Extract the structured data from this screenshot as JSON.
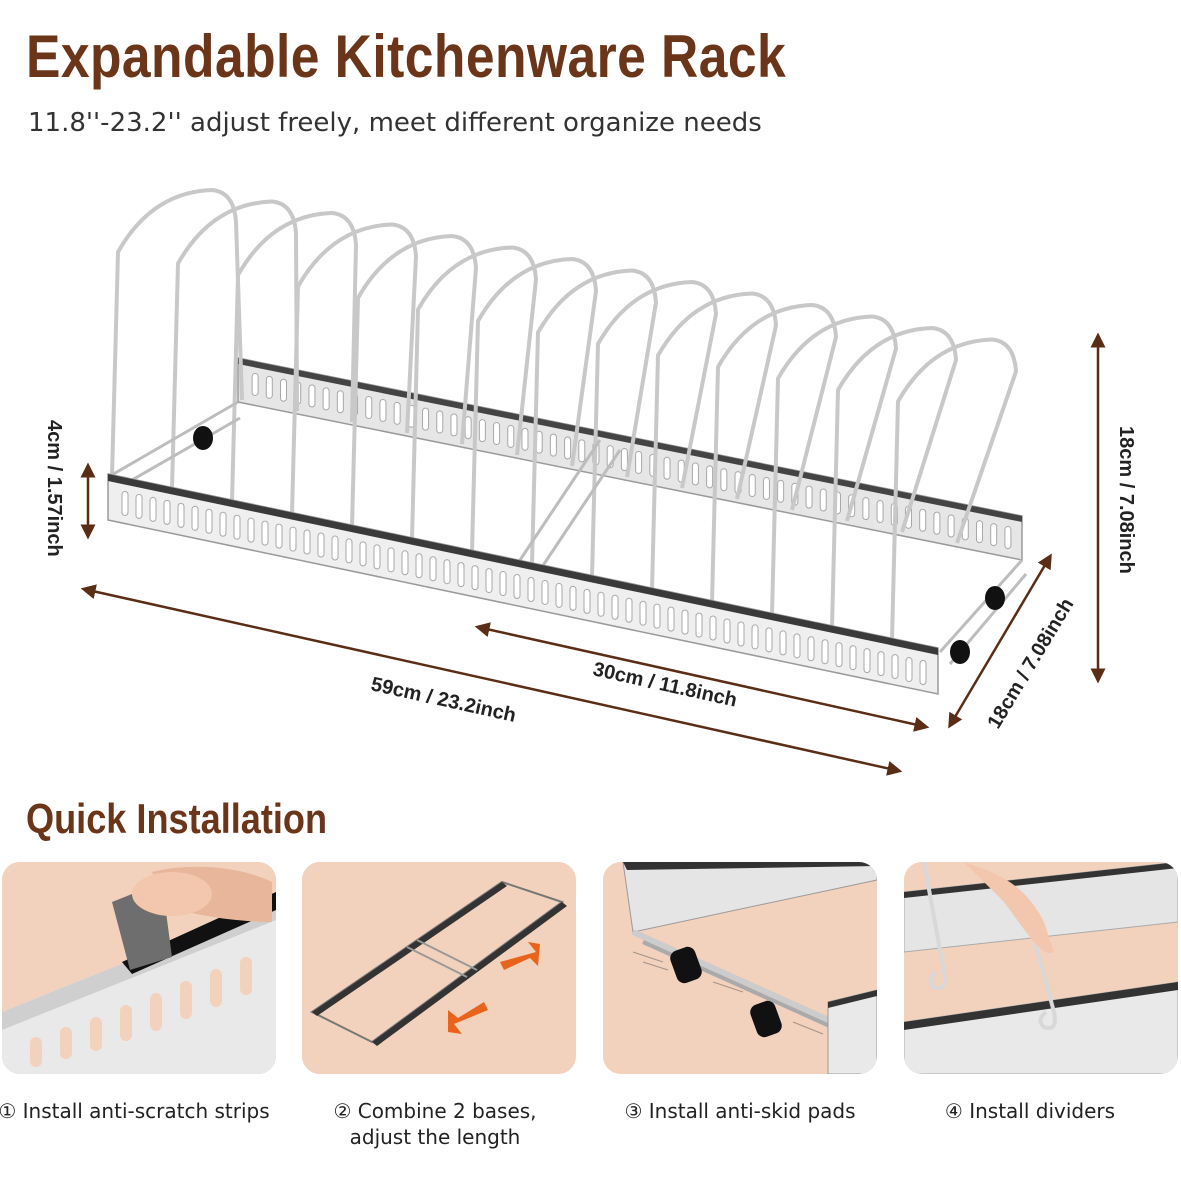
{
  "title": "Expandable Kitchenware Rack",
  "subtitle": "11.8''-23.2'' adjust freely, meet different organize needs",
  "dimensions": {
    "width_full": "59cm / 23.2inch",
    "width_min": "30cm / 11.8inch",
    "depth": "18cm / 7.08inch",
    "height": "18cm / 7.08inch",
    "base_height": "4cm / 1.57inch"
  },
  "section_title": "Quick Installation",
  "steps": [
    {
      "label": "① Install anti-scratch strips"
    },
    {
      "label": "② Combine 2 bases, adjust the length"
    },
    {
      "label": "③ Install anti-skid pads"
    },
    {
      "label": "④ Install dividers"
    }
  ],
  "colors": {
    "brand": "#6b3519",
    "arrow": "#5a2d17",
    "orange": "#e8641c",
    "panel_bg": "#f3d2bd"
  }
}
